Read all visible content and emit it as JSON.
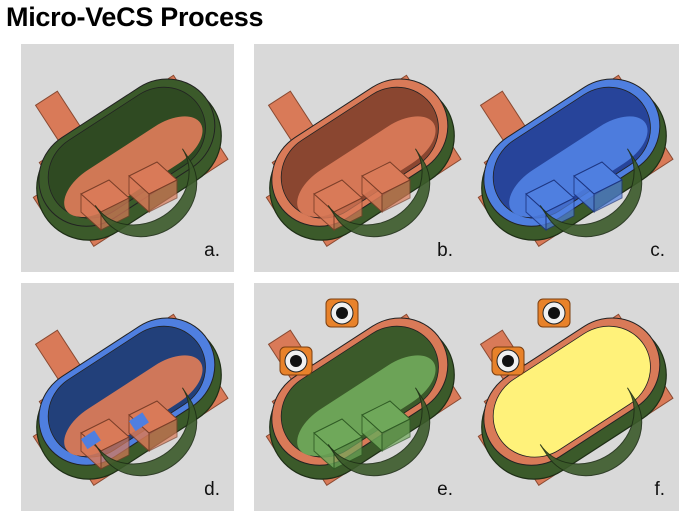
{
  "title": "Micro-VeCS Process",
  "panels": [
    {
      "label": "a."
    },
    {
      "label": "b."
    },
    {
      "label": "c."
    },
    {
      "label": "d."
    },
    {
      "label": "e."
    },
    {
      "label": "f."
    }
  ],
  "colors": {
    "background": "#d9d9d9",
    "copper": "#d97a58",
    "dark_green": "#3b5a2a",
    "blue": "#4f7fe0",
    "light_green": "#6fa85a",
    "yellow": "#fff27a",
    "orange": "#e8822a"
  }
}
